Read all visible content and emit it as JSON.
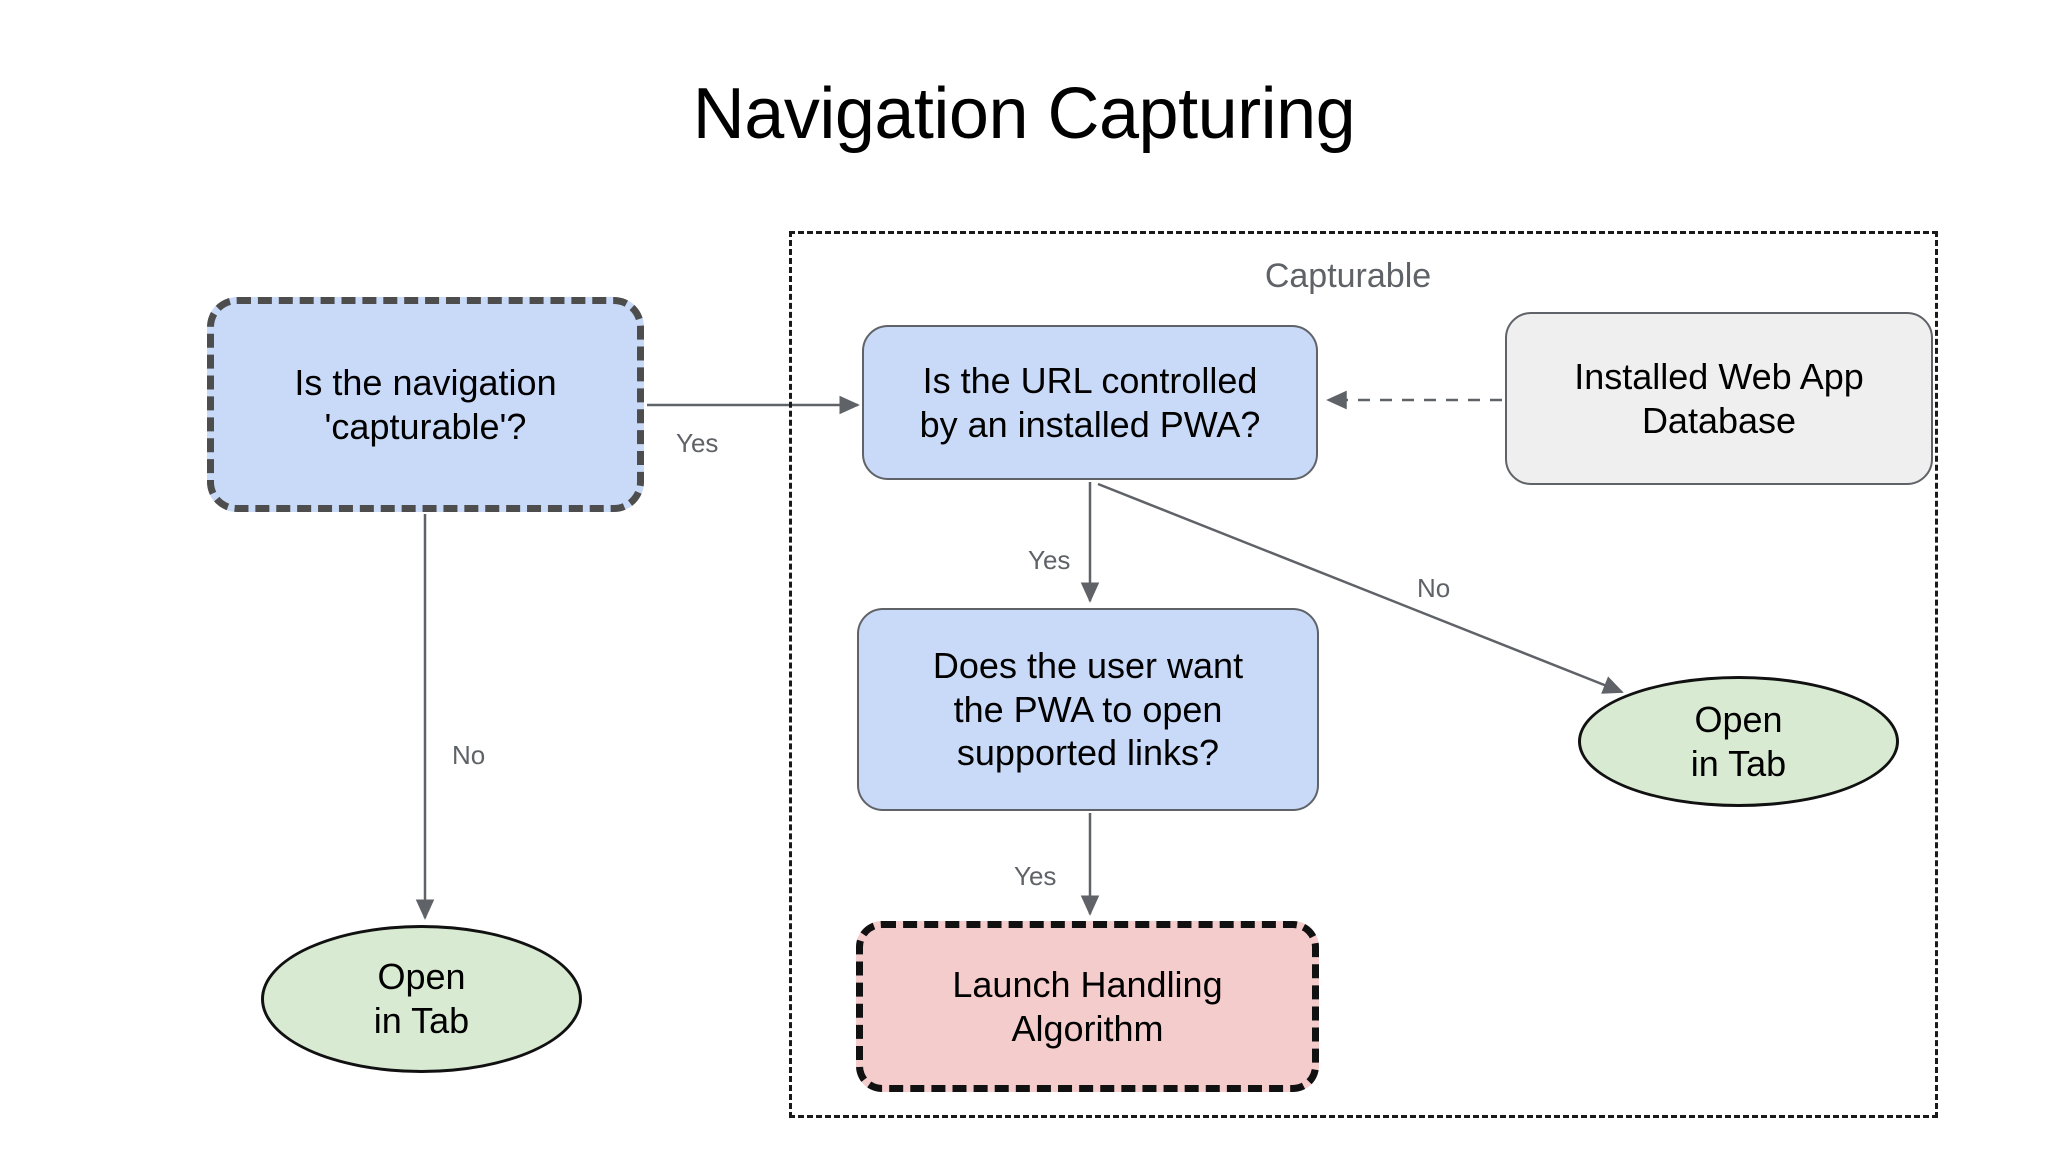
{
  "title": "Navigation Capturing",
  "group": {
    "label": "Capturable"
  },
  "nodes": {
    "capturable_question": {
      "label": "Is the navigation\n'capturable'?",
      "line1": "Is the navigation",
      "line2": "'capturable'?",
      "fill": "#c9daf8",
      "stroke": "#4d4d4d",
      "shape": "rounded-rect-dashed"
    },
    "url_question": {
      "line1": "Is the URL controlled",
      "line2": "by an installed PWA?",
      "fill": "#c9daf8",
      "stroke": "#5f6368",
      "shape": "rounded-rect"
    },
    "database": {
      "line1": "Installed Web App",
      "line2": "Database",
      "fill": "#efefef",
      "stroke": "#5f6368",
      "shape": "rounded-rect"
    },
    "user_want_question": {
      "line1": "Does the user want",
      "line2": "the PWA to open",
      "line3": "supported links?",
      "fill": "#c9daf8",
      "stroke": "#5f6368",
      "shape": "rounded-rect"
    },
    "launch_handling": {
      "line1": "Launch Handling",
      "line2": "Algorithm",
      "fill": "#f4cccc",
      "stroke": "#111111",
      "shape": "rounded-rect-dashed"
    },
    "open_in_tab_left": {
      "line1": "Open",
      "line2": "in Tab",
      "fill": "#d9ead3",
      "stroke": "#111111",
      "shape": "ellipse"
    },
    "open_in_tab_right": {
      "line1": "Open",
      "line2": "in Tab",
      "fill": "#d9ead3",
      "stroke": "#111111",
      "shape": "ellipse"
    }
  },
  "edges": {
    "capturable_to_url": {
      "label": "Yes"
    },
    "capturable_to_tab": {
      "label": "No"
    },
    "url_to_user_want": {
      "label": "Yes"
    },
    "url_to_tab": {
      "label": "No"
    },
    "user_want_to_launch": {
      "label": "Yes"
    }
  },
  "colors": {
    "background": "#ffffff",
    "blue_fill": "#c9daf8",
    "green_fill": "#d9ead3",
    "pink_fill": "#f4cccc",
    "gray_fill": "#efefef",
    "edge_stroke": "#5f6368",
    "label_text": "#5f6368",
    "container_stroke": "#1a1a1a"
  }
}
